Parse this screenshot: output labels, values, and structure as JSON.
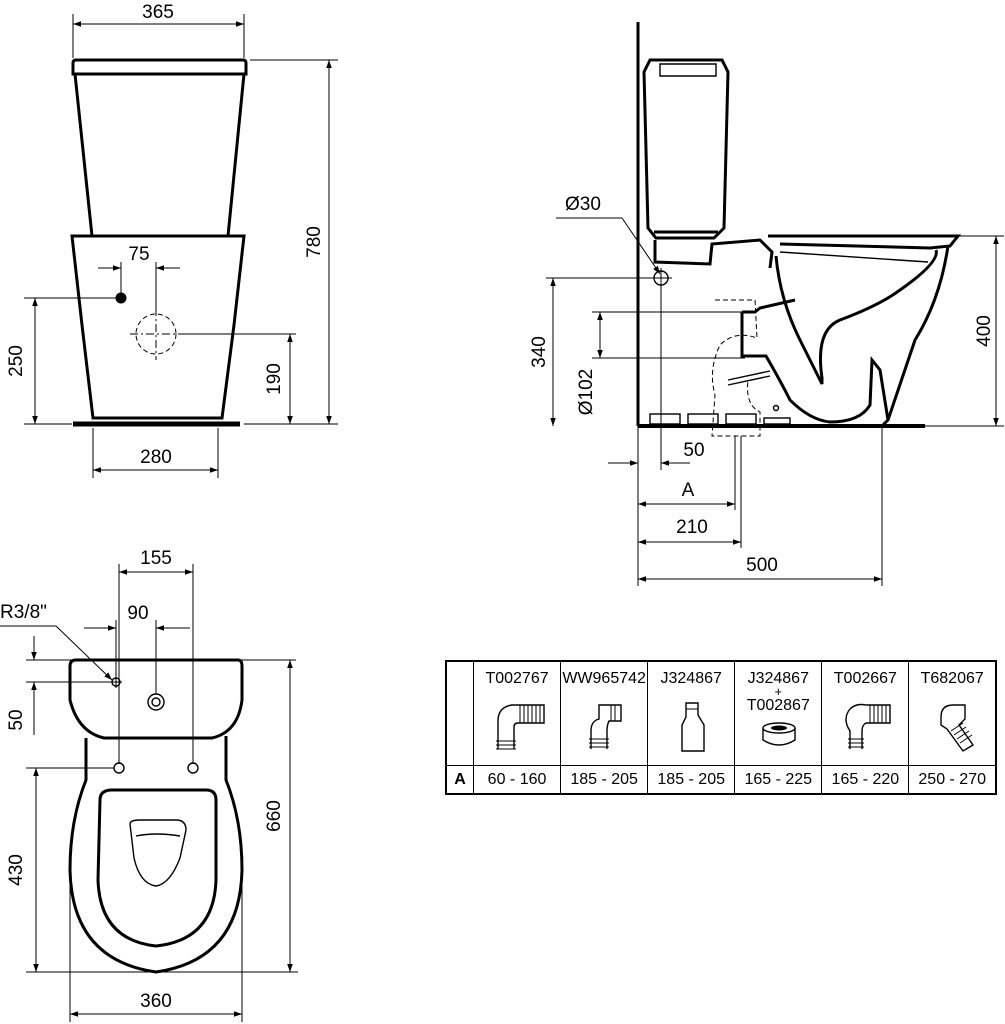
{
  "front_view": {
    "width_top": "365",
    "height_total": "780",
    "offset_75": "75",
    "inlet_height": "250",
    "outlet_height": "190",
    "base_width": "280"
  },
  "side_view": {
    "inlet_diameter": "Ø30",
    "inlet_height": "340",
    "outlet_diameter": "Ø102",
    "bowl_height": "400",
    "offset_50": "50",
    "dim_a": "A",
    "dim_210": "210",
    "depth_500": "500"
  },
  "top_view": {
    "dim_155": "155",
    "dim_90": "90",
    "thread_label": "R3/8\"",
    "dim_50": "50",
    "dim_430": "430",
    "length_660": "660",
    "width_360": "360"
  },
  "fittings_table": {
    "row_label": "A",
    "columns": [
      {
        "code": "T002767",
        "range": "60 - 160",
        "icon": "elbow-pan-connector-icon"
      },
      {
        "code": "WW965742",
        "range": "185 - 205",
        "icon": "offset-pan-connector-icon"
      },
      {
        "code": "J324867",
        "range": "185 - 205",
        "icon": "straight-offset-connector-icon"
      },
      {
        "code": "J324867",
        "plus": "+",
        "code2": "T002867",
        "range": "165 - 225",
        "icon": "connector-with-seal-icon"
      },
      {
        "code": "T002667",
        "range": "165 - 220",
        "icon": "long-elbow-connector-icon"
      },
      {
        "code": "T682067",
        "range": "250 - 270",
        "icon": "flexible-connector-icon"
      }
    ]
  }
}
